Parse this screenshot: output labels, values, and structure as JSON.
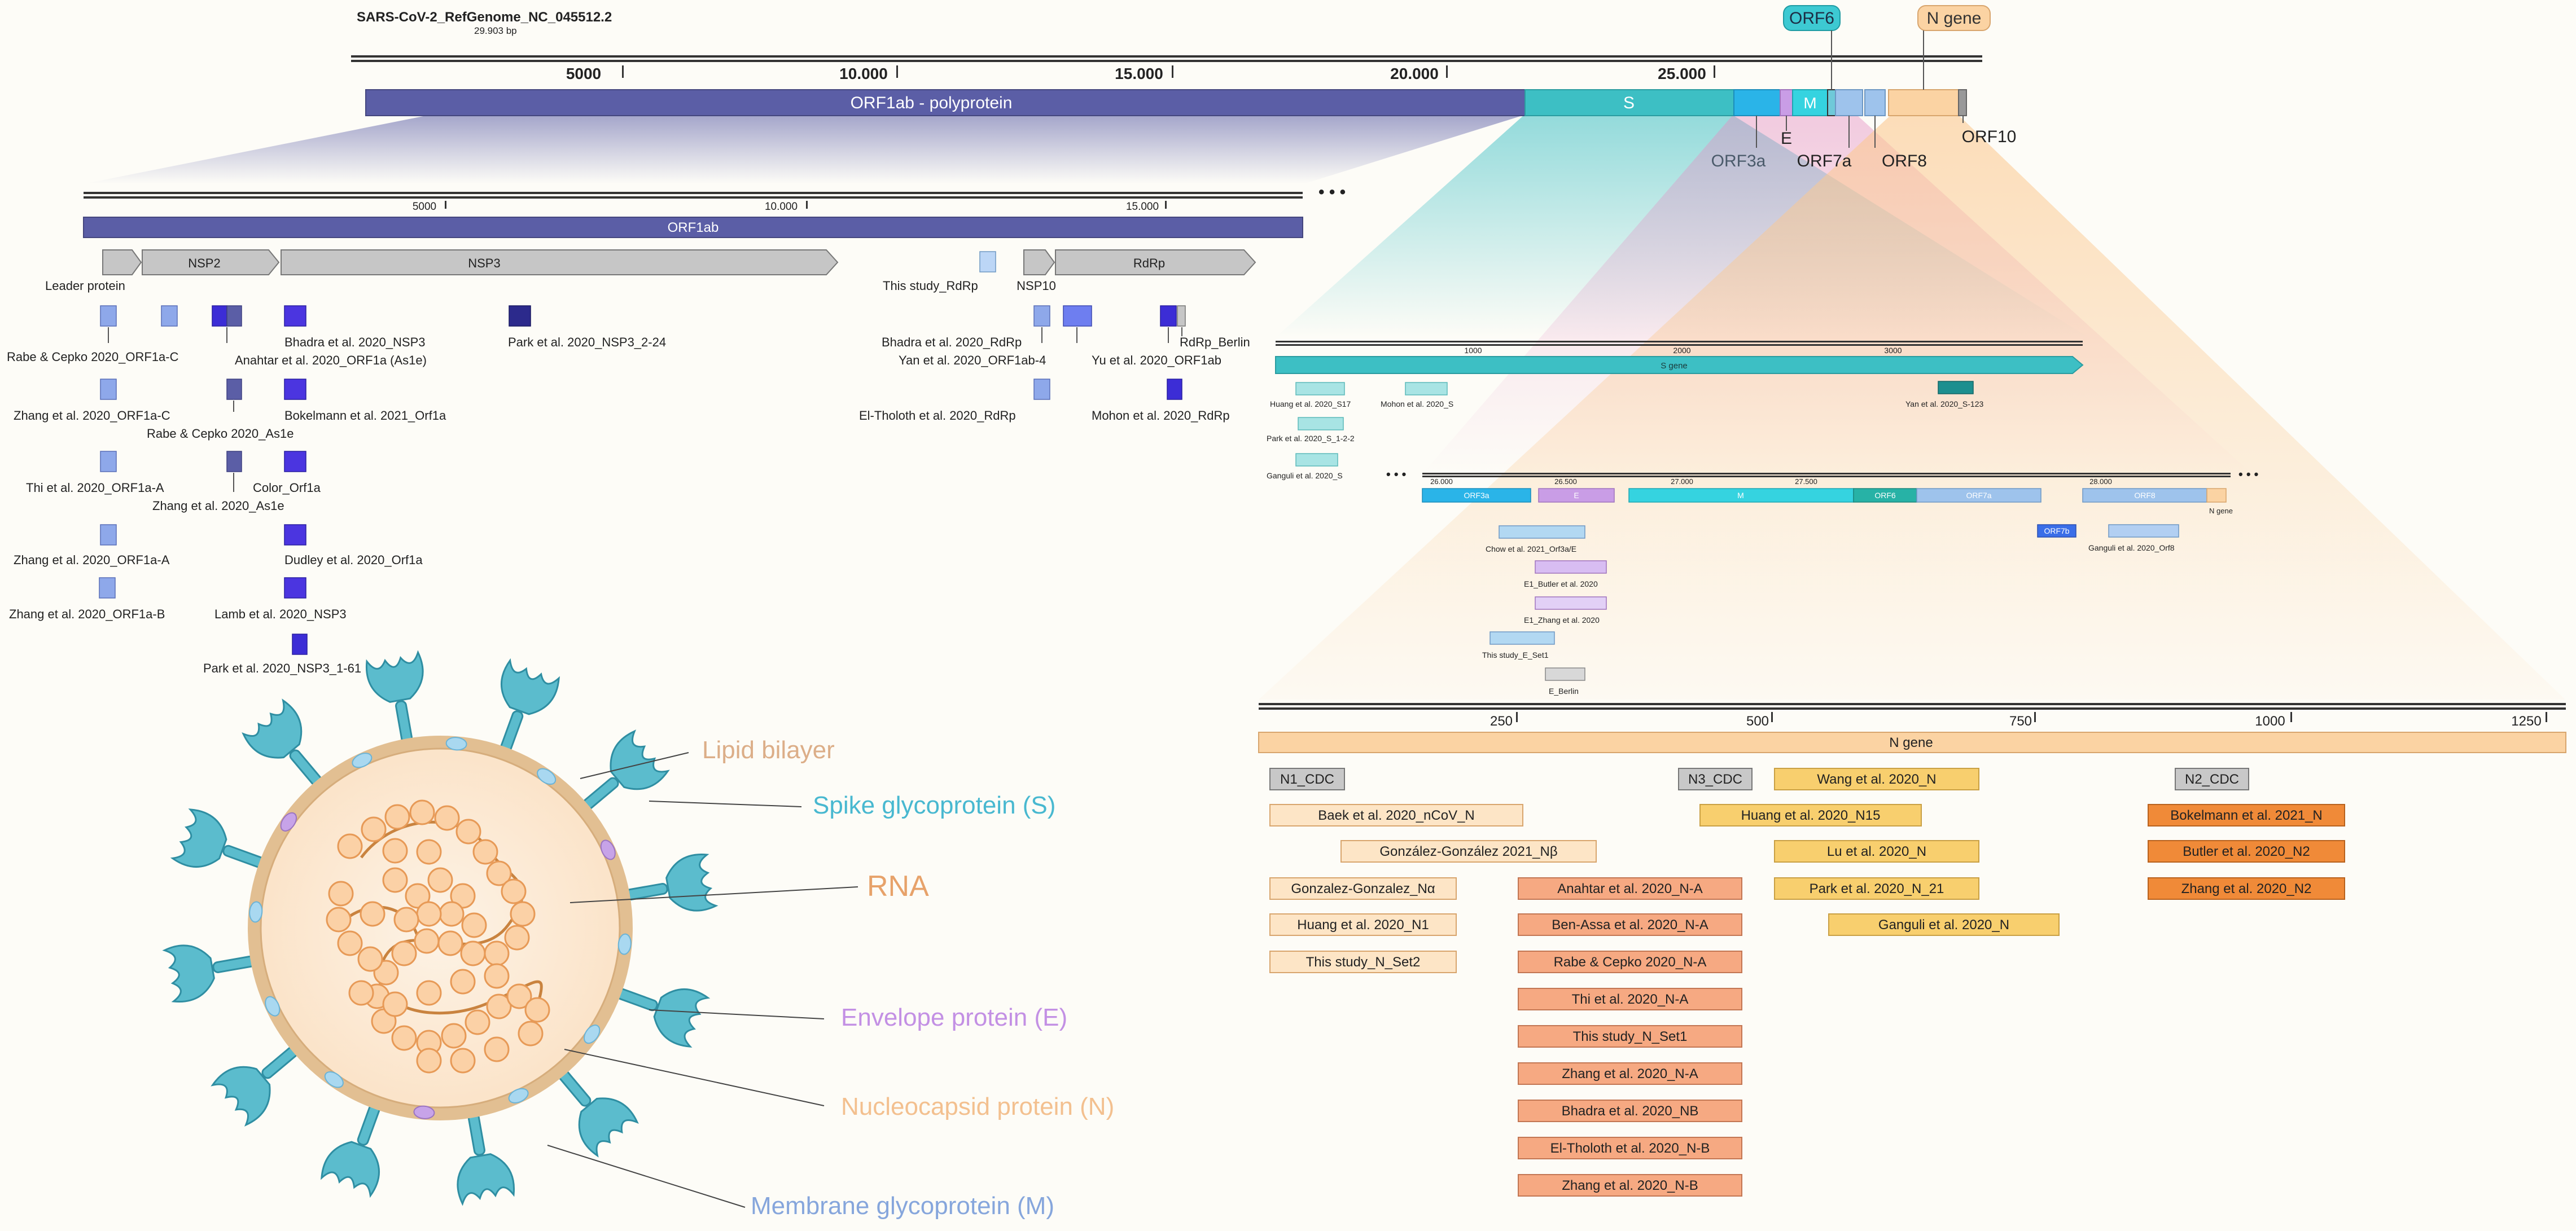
{
  "genome": {
    "title": "SARS-CoV-2_RefGenome_NC_045512.2",
    "length": "29.903 bp",
    "ticks": [
      "5000",
      "10.000",
      "15.000",
      "20.000",
      "25.000"
    ],
    "orf1ab_label": "ORF1ab - polyprotein",
    "s_label": "S",
    "m_label": "M",
    "callouts": {
      "orf6": "ORF6",
      "ngene": "N gene",
      "e": "E",
      "orf3a": "ORF3a",
      "orf7a": "ORF7a",
      "orf8": "ORF8",
      "orf10": "ORF10"
    },
    "ellipsis": "• • •"
  },
  "orf1ab": {
    "ticks": [
      "5000",
      "10.000",
      "15.000"
    ],
    "bar_label": "ORF1ab",
    "ellipsis": "• • •",
    "genes": [
      "NSP2",
      "NSP3",
      "NSP10",
      "RdRp"
    ],
    "leader_protein": "Leader protein",
    "labels": [
      "Rabe & Cepko 2020_ORF1a-C",
      "Anahtar et al. 2020_ORF1a (As1e)",
      "Bhadra et al. 2020_NSP3",
      "Park et al. 2020_NSP3_2-24",
      "Zhang et al. 2020_ORF1a-C",
      "Rabe & Cepko 2020_As1e",
      "Bokelmann et al. 2021_Orf1a",
      "Thi et al. 2020_ORF1a-A",
      "Color_Orf1a",
      "Zhang et al. 2020_As1e",
      "Zhang et al. 2020_ORF1a-A",
      "Dudley et al. 2020_Orf1a",
      "Zhang et al. 2020_ORF1a-B",
      "Lamb et al. 2020_NSP3",
      "Park et al. 2020_NSP3_1-61",
      "This study_RdRp",
      "Bhadra et al. 2020_RdRp",
      "Yan et al. 2020_ORF1ab-4",
      "Yu et al. 2020_ORF1ab",
      "RdRp_Berlin",
      "El-Tholoth et al. 2020_RdRp",
      "Mohon et al. 2020_RdRp"
    ]
  },
  "sgene": {
    "ticks": [
      "1000",
      "2000",
      "3000"
    ],
    "bar_label": "S gene",
    "labels": [
      "Huang et al. 2020_S17",
      "Mohon et al. 2020_S",
      "Yan et al. 2020_S-123",
      "Park et al. 2020_S_1-2-2",
      "Ganguli et al. 2020_S"
    ]
  },
  "orf3": {
    "ticks": [
      "26.000",
      "26.500",
      "27.000",
      "27.500",
      "28.000"
    ],
    "genes": [
      "ORF3a",
      "E",
      "M",
      "ORF6",
      "ORF7a",
      "ORF8",
      "N gene",
      "ORF7b"
    ],
    "ellipsis_left": "• • •",
    "ellipsis_right": "• • •",
    "labels": [
      "Chow et al. 2021_Orf3a/E",
      "E1_Butler et al. 2020",
      "E1_Zhang et al. 2020",
      "This study_E_Set1",
      "E_Berlin",
      "Ganguli et al. 2020_Orf8"
    ]
  },
  "ngene": {
    "ticks": [
      "250",
      "500",
      "750",
      "1000",
      "1250"
    ],
    "bar_label": "N gene",
    "boxes": [
      "N1_CDC",
      "N3_CDC",
      "Wang et al. 2020_N",
      "N2_CDC",
      "Baek et al. 2020_nCoV_N",
      "Huang et al. 2020_N15",
      "Bokelmann et al. 2021_N",
      "González-González 2021_Nβ",
      "Lu et al. 2020_N",
      "Butler et al. 2020_N2",
      "Gonzalez-Gonzalez_Nα",
      "Anahtar et al. 2020_N-A",
      "Park et al. 2020_N_21",
      "Zhang et al. 2020_N2",
      "Huang et al. 2020_N1",
      "Ben-Assa et al. 2020_N-A",
      "Ganguli et al. 2020_N",
      "This study_N_Set2",
      "Rabe & Cepko 2020_N-A",
      "Thi et al. 2020_N-A",
      "This study_N_Set1",
      "Zhang et al. 2020_N-A",
      "Bhadra et al. 2020_NB",
      "El-Tholoth et al. 2020_N-B",
      "Zhang et al. 2020_N-B"
    ]
  },
  "virus": {
    "labels": [
      "Lipid bilayer",
      "Spike glycoprotein (S)",
      "RNA",
      "Envelope protein (E)",
      "Nucleocapsid protein (N)",
      "Membrane glycoprotein (M)"
    ]
  },
  "colors": {
    "orf1ab": "#5b5ea6",
    "spike": "#3dbfc4",
    "orf3a": "#2ab4e8",
    "envelope": "#c99de6",
    "membrane": "#35d3e0",
    "orf8": "#9ec3ec",
    "ngene": "#fbd3a3",
    "primer_light": "#8ea8ea",
    "primer_dark": "#3c2dd6",
    "primer_navy": "#2c2a8c",
    "n_cdc": "#c8c8c8",
    "n_cream": "#fde5c6",
    "n_salmon": "#f6a982",
    "n_yellow": "#f8cf6e",
    "n_orange": "#f08a38"
  }
}
